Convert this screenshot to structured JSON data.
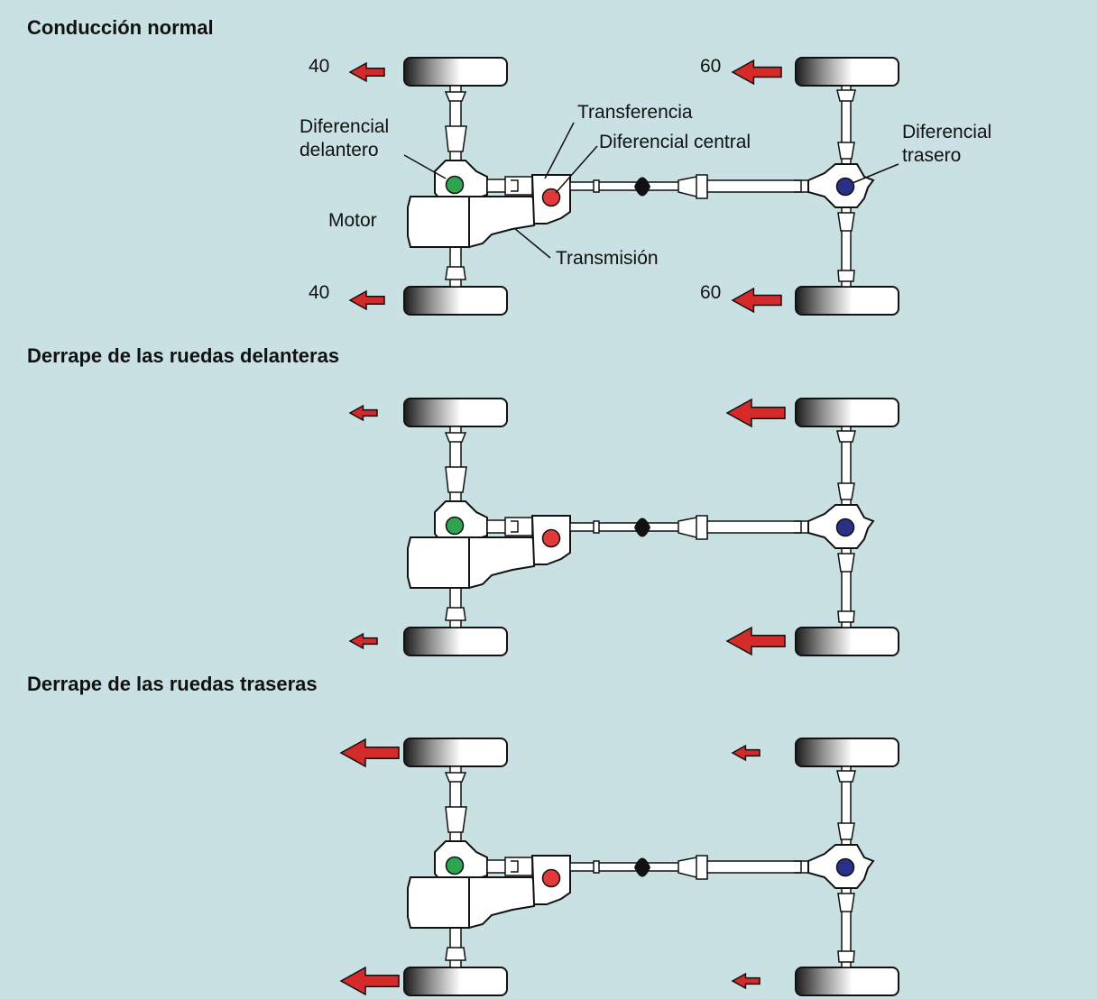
{
  "colors": {
    "background": "#c9e1e3",
    "arrow": "#d42a2a",
    "front_diff": "#2ea44f",
    "center_diff": "#e23a3a",
    "rear_diff": "#2a2f8a"
  },
  "labels": {
    "front_diff": "Diferencial",
    "front_diff_2": "delantero",
    "motor": "Motor",
    "transfer": "Transferencia",
    "center_diff": "Diferencial central",
    "transmission": "Transmisión",
    "rear_diff": "Diferencial",
    "rear_diff_2": "trasero"
  },
  "scenarios": [
    {
      "title": "Conducción normal",
      "torque": {
        "front": 40,
        "rear": 60
      },
      "torque_labels": {
        "front_top": "40",
        "rear_top": "60",
        "front_bottom": "40",
        "rear_bottom": "60"
      },
      "arrow_size": {
        "front": "medium",
        "rear": "large"
      }
    },
    {
      "title": "Derrape de las ruedas delanteras",
      "arrow_size": {
        "front": "small",
        "rear": "xlarge"
      }
    },
    {
      "title": "Derrape de las ruedas traseras",
      "arrow_size": {
        "front": "xlarge",
        "rear": "small"
      }
    }
  ]
}
